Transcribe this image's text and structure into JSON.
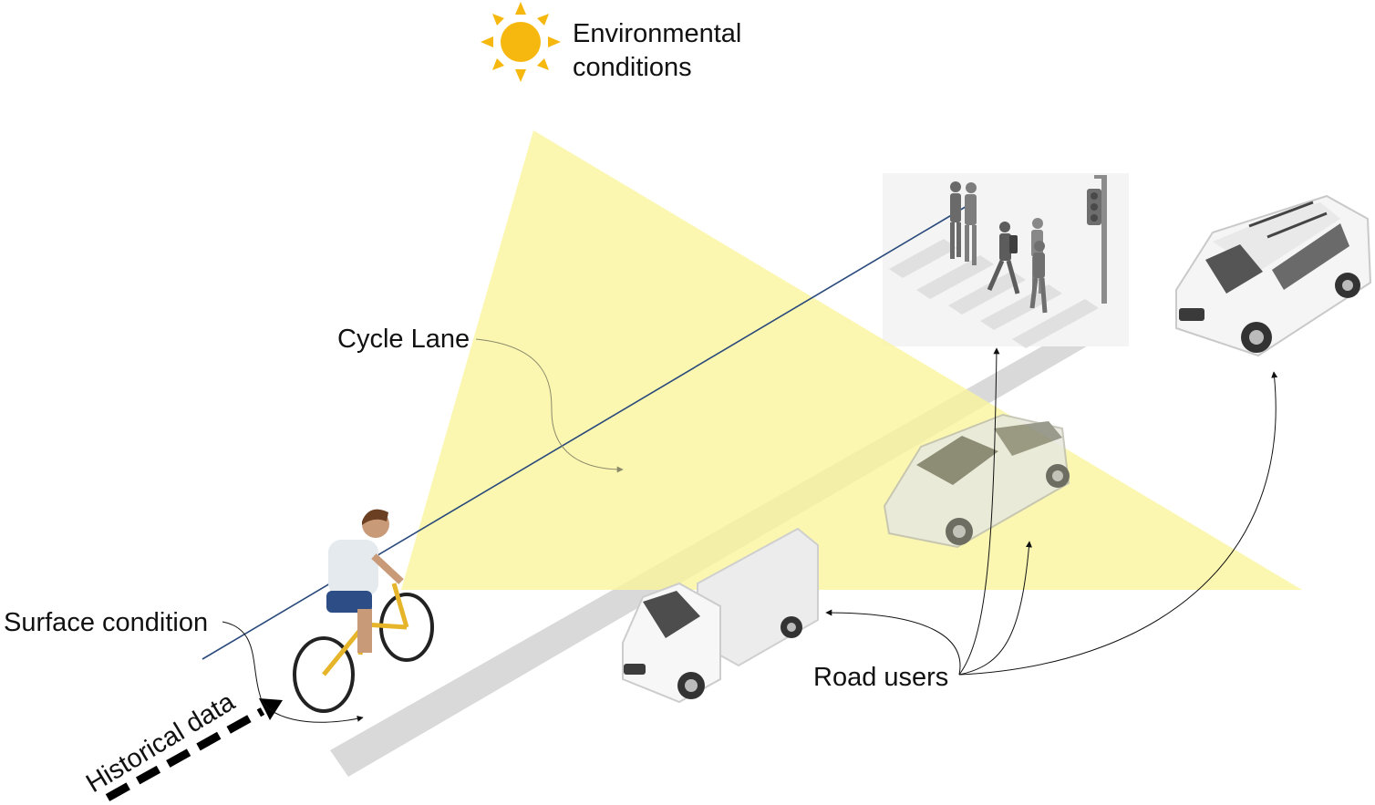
{
  "labels": {
    "environmental_line1": "Environmental",
    "environmental_line2": "conditions",
    "cycle_lane": "Cycle Lane",
    "surface_condition": "Surface condition",
    "road_users": "Road users",
    "historical_data": "Historical data"
  },
  "icons": {
    "sun": "sun-icon",
    "cyclist": "cyclist-illustration",
    "pedestrians": "pedestrian-group-illustration",
    "traffic_light": "traffic-light-icon",
    "suv": "suv-illustration",
    "sedan": "sedan-illustration",
    "truck": "box-truck-illustration"
  },
  "colors": {
    "field_of_view": "#fbf7a6",
    "sun": "#f6b80f",
    "cycle_lane_line": "#2a4a7c",
    "road_stripe": "#d8d8d8",
    "crosswalk": "#e3e3e3"
  }
}
